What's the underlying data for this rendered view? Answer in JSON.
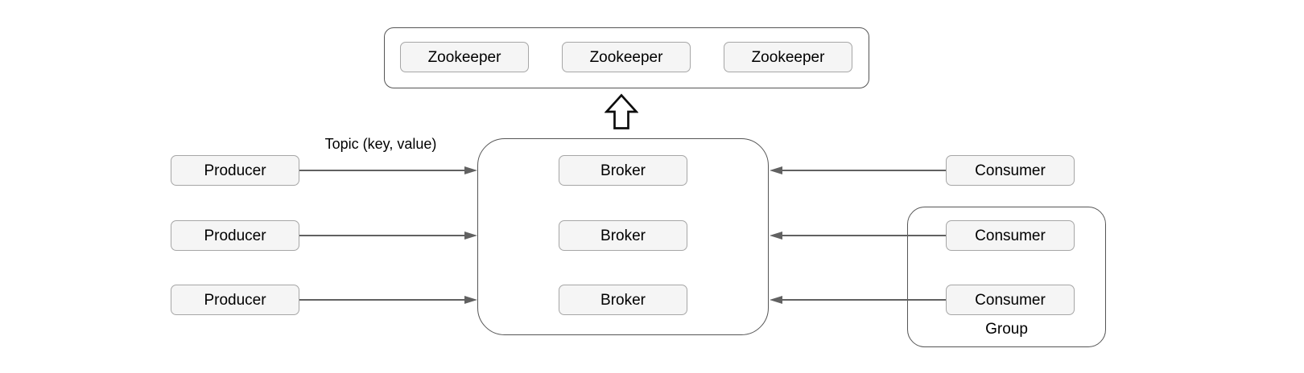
{
  "diagram": {
    "type": "kafka-architecture",
    "nodes": {
      "zookeepers": [
        "Zookeeper",
        "Zookeeper",
        "Zookeeper"
      ],
      "brokers": [
        "Broker",
        "Broker",
        "Broker"
      ],
      "producers": [
        "Producer",
        "Producer",
        "Producer"
      ],
      "consumer_standalone": "Consumer",
      "group_consumers": [
        "Consumer",
        "Consumer"
      ]
    },
    "labels": {
      "topic_edge": "Topic (key, value)",
      "group": "Group"
    },
    "edges": {
      "producer_arrows": 3,
      "consumer_arrows": 3,
      "cluster_to_zookeeper": "hollow-up-arrow"
    },
    "colors": {
      "background": "#ffffff",
      "node_fill": "#f5f5f5",
      "node_border": "#a6a6a6",
      "container_border": "#555555",
      "arrow_line": "#616161",
      "block_arrow_stroke": "#0d0d0d",
      "text": "#000000"
    }
  }
}
